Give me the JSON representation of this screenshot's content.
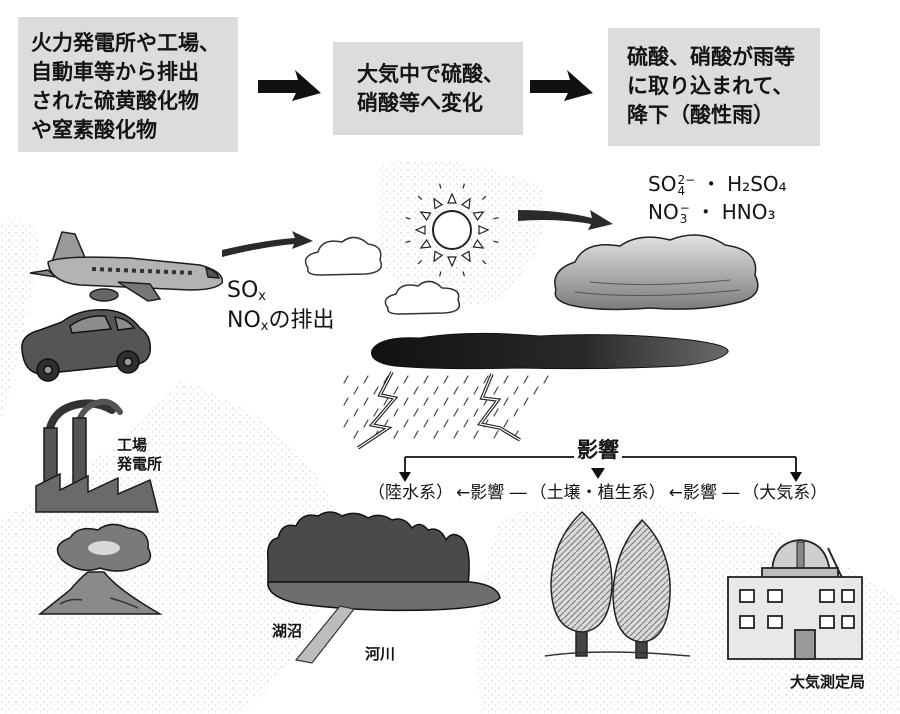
{
  "flow_boxes": [
    {
      "lines": [
        "火力発電所や工場、",
        "自動車等から排出",
        "された硫黄酸化物",
        "や窒素酸化物"
      ]
    },
    {
      "lines": [
        "大気中で硫酸、",
        "硝酸等へ変化"
      ]
    },
    {
      "lines": [
        "硫酸、硝酸が雨等",
        "に取り込まれて、",
        "降下（酸性雨）"
      ]
    }
  ],
  "formulas": [
    {
      "ion_base": "SO",
      "ion_sub": "4",
      "ion_sup": "2−",
      "separator": "・",
      "acid": "H₂SO₄"
    },
    {
      "ion_base": "NO",
      "ion_sub": "3",
      "ion_sup": "−",
      "separator": "・",
      "acid": "HNO₃"
    }
  ],
  "emission": {
    "sulfur_base": "SO",
    "sulfur_sub": "x",
    "nitrogen_base": "NO",
    "nitrogen_sub": "x",
    "suffix": "の排出"
  },
  "impact": {
    "heading": "影響",
    "systems": [
      "（陸水系）",
      "（土壌・植生系）",
      "（大気系）"
    ],
    "connectors": [
      "←影響 ―",
      "←影響 ―"
    ]
  },
  "labels": {
    "factory": [
      "工場",
      "発電所"
    ],
    "lake": "湖沼",
    "river": "河川",
    "station": "大気測定局"
  },
  "illustrations": [
    "airplane-icon",
    "car-icon",
    "factory-icon",
    "volcano-icon",
    "sun-icon",
    "cloud-icon",
    "storm-cloud-icon",
    "lightning-icon",
    "rain-icon",
    "forest-icon",
    "lake-icon",
    "river-icon",
    "trees-icon",
    "observatory-icon",
    "flow-arrow-icon"
  ],
  "colors": {
    "box_fill": "#dcdcdc",
    "ink": "#141414"
  }
}
